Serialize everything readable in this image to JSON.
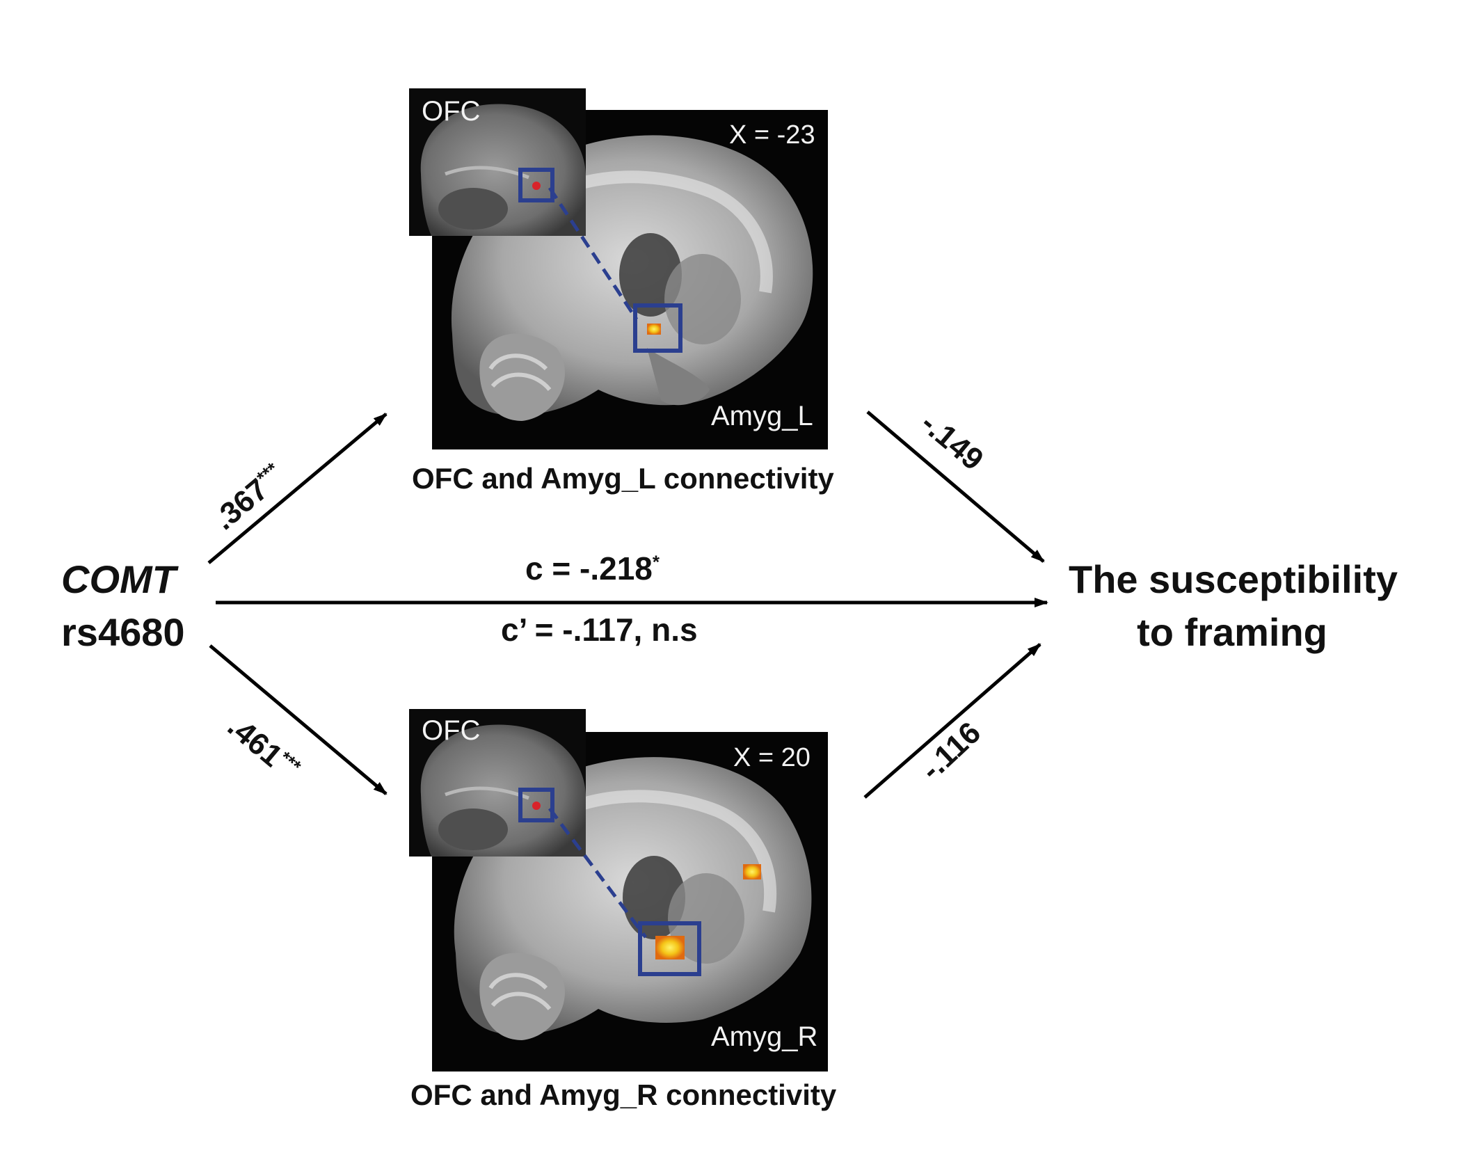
{
  "predictor": {
    "line1": "COMT",
    "line2": "rs4680"
  },
  "outcome": {
    "line1": "The susceptibility",
    "line2": "to framing"
  },
  "top_mediator": {
    "caption": "OFC and Amyg_L connectivity",
    "inset_label": "OFC",
    "coord_label": "X = -23",
    "region_label": "Amyg_L"
  },
  "bottom_mediator": {
    "caption": "OFC and Amyg_R connectivity",
    "inset_label": "OFC",
    "coord_label": "X = 20",
    "region_label": "Amyg_R"
  },
  "paths": {
    "a_top": {
      "value": ".367",
      "sig": "***"
    },
    "b_top": {
      "value": "-.149"
    },
    "a_bottom": {
      "value": ".461",
      "sig": "***"
    },
    "b_bottom": {
      "value": "-.116"
    },
    "c_total": {
      "value": "c = -.218",
      "sig": "*"
    },
    "c_direct": {
      "value": "c’ = -.117, n.s"
    }
  },
  "colors": {
    "roi_box": "#2b3f8f",
    "arrow": "#000000",
    "activation": "#f5c518"
  }
}
